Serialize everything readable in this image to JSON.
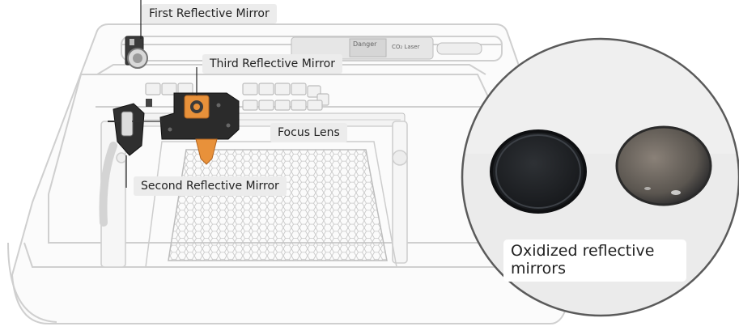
{
  "labels": {
    "first_mirror": "First Reflective Mirror",
    "third_mirror": "Third Reflective Mirror",
    "focus_lens": "Focus Lens",
    "second_mirror": "Second Reflective Mirror"
  },
  "tube_text": {
    "danger": "Danger",
    "co2": "CO₂ Laser"
  },
  "inset": {
    "caption": "Oxidized reflective mirrors"
  },
  "colors": {
    "machine_line": "#c9c9c9",
    "head_dark": "#2b2b2b",
    "nozzle_orange": "#e8913a",
    "label_bg": "#ececec",
    "inset_bg": "#ebebeb"
  }
}
